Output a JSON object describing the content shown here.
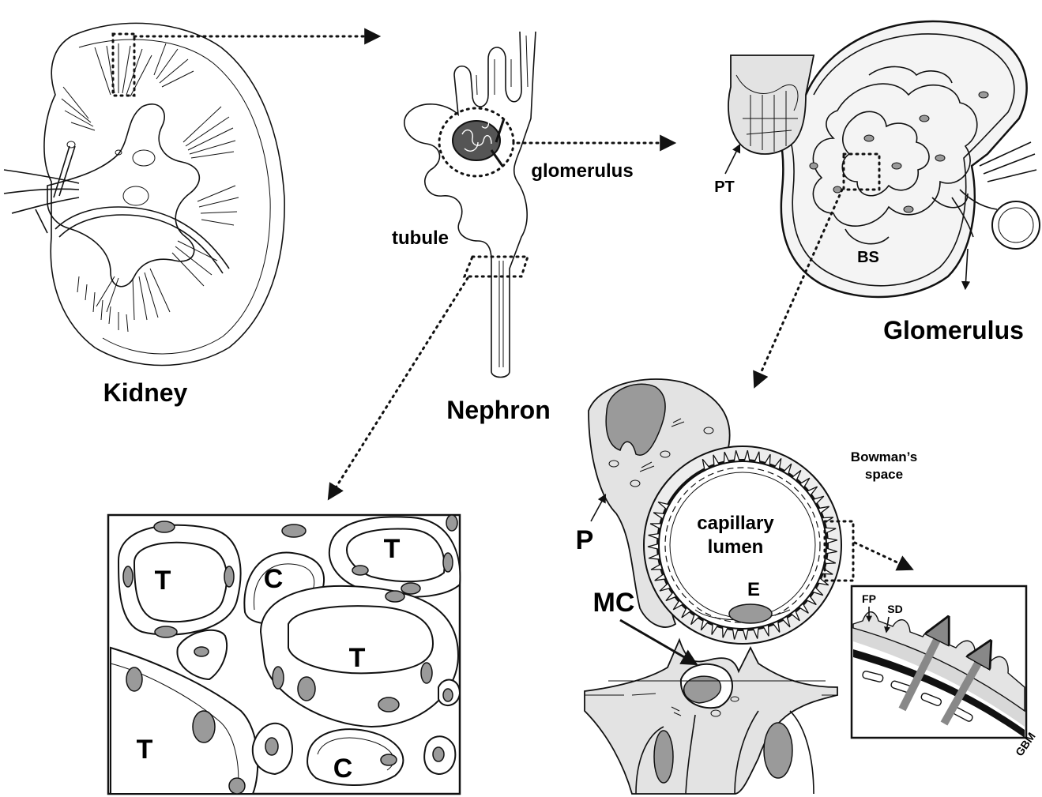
{
  "panels": {
    "kidney": {
      "title": "Kidney"
    },
    "nephron": {
      "title": "Nephron",
      "label_tubule": "tubule",
      "label_glomerulus": "glomerulus"
    },
    "glomerulus": {
      "title": "Glomerulus",
      "label_pt": "PT",
      "label_bs": "BS"
    },
    "tissue": {
      "label_t": "T",
      "label_c": "C"
    },
    "capillary": {
      "label_bowmans_1": "Bowman’s",
      "label_bowmans_2": "space",
      "label_lumen_1": "capillary",
      "label_lumen_2": "lumen",
      "label_p": "P",
      "label_mc": "MC",
      "label_e": "E"
    },
    "inset": {
      "label_fp": "FP",
      "label_sd": "SD",
      "label_gbm": "GBM"
    }
  },
  "colors": {
    "stroke": "#111111",
    "nucleus": "#9a9a9a",
    "cytoplasm": "#e3e3e3",
    "arrow_grey": "#8c8c8c"
  }
}
